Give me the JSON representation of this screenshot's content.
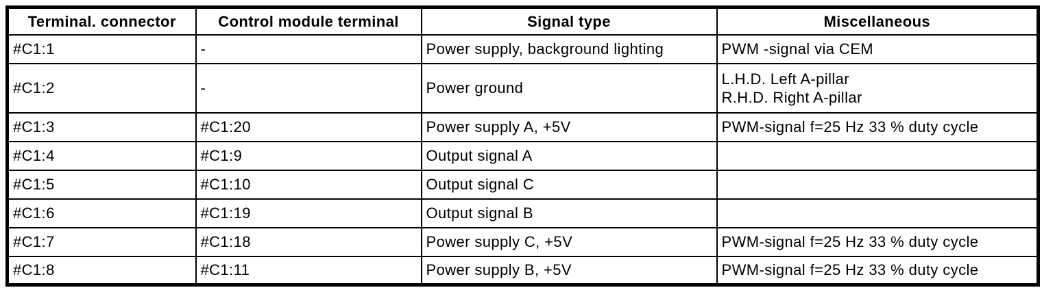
{
  "table": {
    "headers": [
      "Terminal. connector",
      "Control module terminal",
      "Signal type",
      "Miscellaneous"
    ],
    "rows": [
      {
        "terminal": "#C1:1",
        "module": "-",
        "signal": "Power supply, background lighting",
        "misc": "PWM -signal via CEM"
      },
      {
        "terminal": "#C1:2",
        "module": "-",
        "signal": "Power ground",
        "misc": "L.H.D. Left A-pillar\nR.H.D. Right A-pillar"
      },
      {
        "terminal": "#C1:3",
        "module": "#C1:20",
        "signal": "Power supply A, +5V",
        "misc": "PWM-signal f=25 Hz 33 % duty cycle"
      },
      {
        "terminal": "#C1:4",
        "module": "#C1:9",
        "signal": "Output signal A",
        "misc": ""
      },
      {
        "terminal": "#C1:5",
        "module": "#C1:10",
        "signal": "Output signal C",
        "misc": ""
      },
      {
        "terminal": "#C1:6",
        "module": "#C1:19",
        "signal": "Output signal B",
        "misc": ""
      },
      {
        "terminal": "#C1:7",
        "module": "#C1:18",
        "signal": "Power supply C, +5V",
        "misc": "PWM-signal f=25 Hz 33 % duty cycle"
      },
      {
        "terminal": "#C1:8",
        "module": "#C1:11",
        "signal": "Power supply B, +5V",
        "misc": "PWM-signal f=25 Hz 33 % duty cycle"
      }
    ]
  },
  "colors": {
    "border": "#000000",
    "background": "#ffffff",
    "text": "#000000"
  }
}
